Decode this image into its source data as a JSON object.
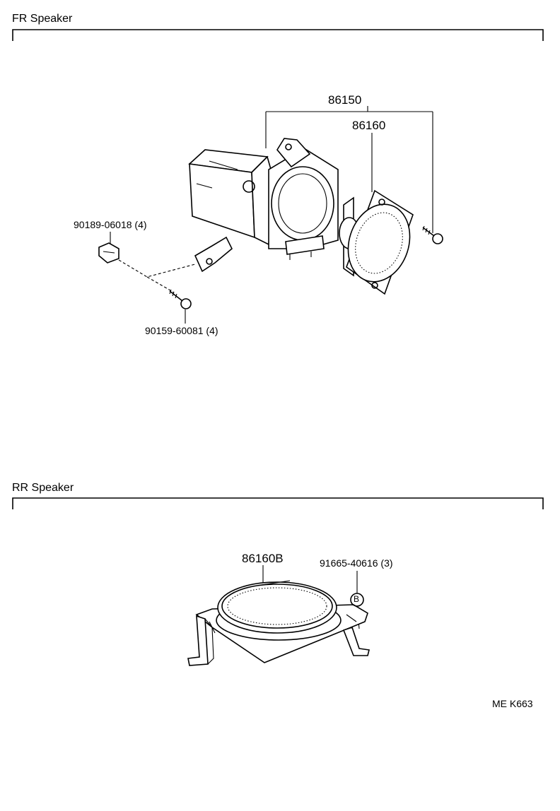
{
  "sections": {
    "front": {
      "title": "FR Speaker"
    },
    "rear": {
      "title": "RR Speaker"
    }
  },
  "parts": {
    "p86150": "86150",
    "p86160": "86160",
    "p90189": "90189-06018 (4)",
    "p90159": "90159-60081 (4)",
    "p86160b": "86160B",
    "p91665": "91665-40616 (3)",
    "b_marker": "B"
  },
  "diagram_code": "ME K663"
}
